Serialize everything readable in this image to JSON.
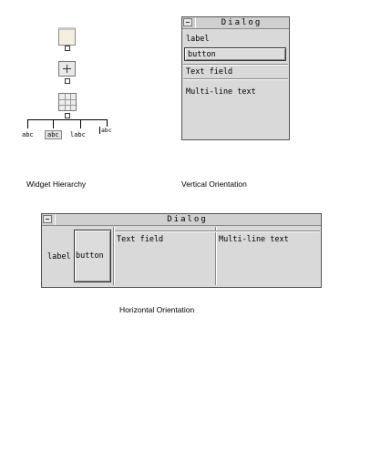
{
  "hierarchy": {
    "leaves": [
      "abc",
      "abc",
      "labc",
      "abc"
    ],
    "caption": "Widget Hierarchy"
  },
  "vertical": {
    "title": "Dialog",
    "label": "label",
    "button": "button",
    "text_field": "Text field",
    "multiline": "Multi-line text",
    "caption": "Vertical Orientation"
  },
  "horizontal": {
    "title": "Dialog",
    "label": "label",
    "button": "button",
    "text_field": "Text field",
    "multiline": "Multi-line text",
    "caption": "Horizontal Orientation"
  }
}
